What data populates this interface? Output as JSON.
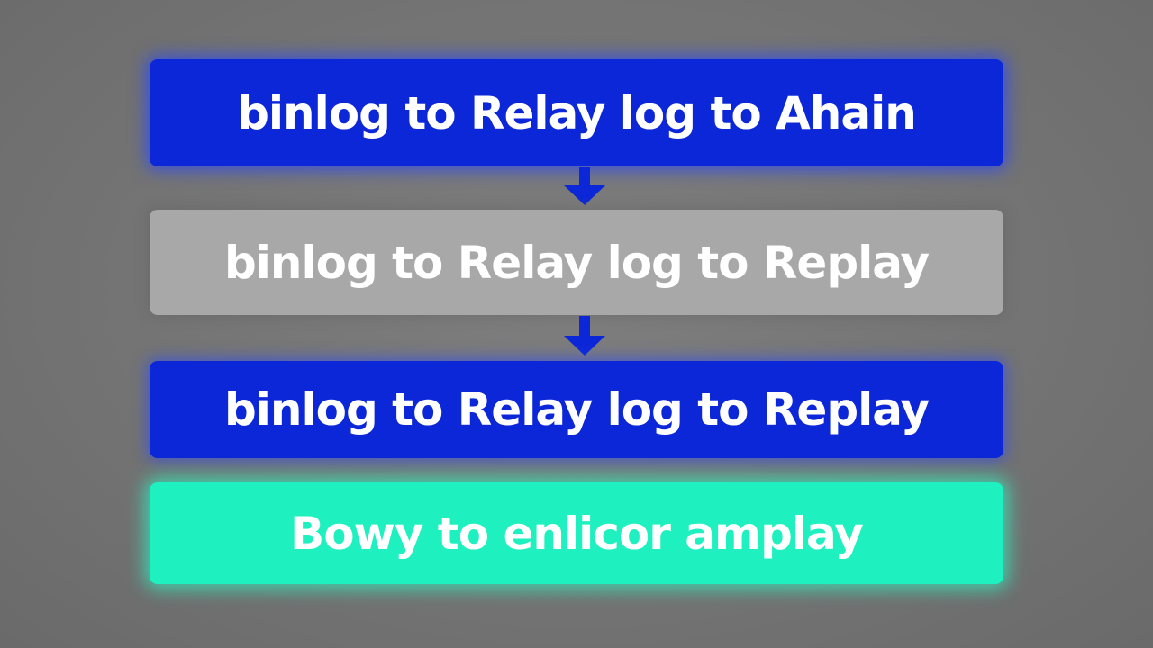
{
  "flow": {
    "steps": [
      {
        "label": "binlog to Relay log to  Ahain",
        "color": "#0c27d8"
      },
      {
        "label": "binlog to Relay log to Replay",
        "color": "#a8a8a8"
      },
      {
        "label": "binlog to Relay log to Replay",
        "color": "#0c27d8"
      },
      {
        "label": "Bowy to enlicor amplay",
        "color": "#1ef0bf"
      }
    ],
    "arrow_color": "#0c27d8"
  }
}
